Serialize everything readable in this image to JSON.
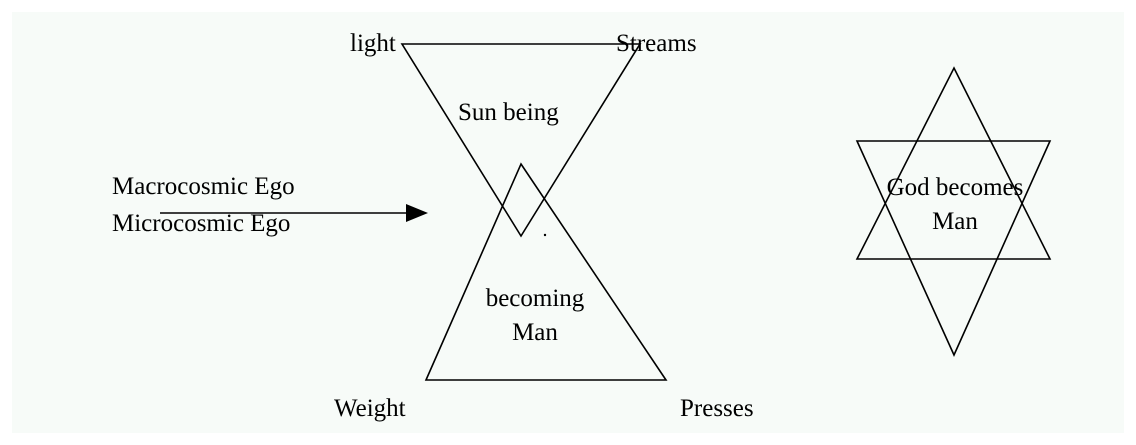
{
  "colors": {
    "background": "#f7fbf8",
    "stroke": "#000000",
    "text": "#000000"
  },
  "labels": {
    "light": "light",
    "streams": "Streams",
    "sun_being": "Sun being",
    "macrocosmic_ego": "Macrocosmic Ego",
    "microcosmic_ego": "Microcosmic Ego",
    "becoming": "becoming",
    "man": "Man",
    "weight": "Weight",
    "presses": "Presses",
    "god_becomes": "God becomes",
    "star_man": "Man"
  }
}
